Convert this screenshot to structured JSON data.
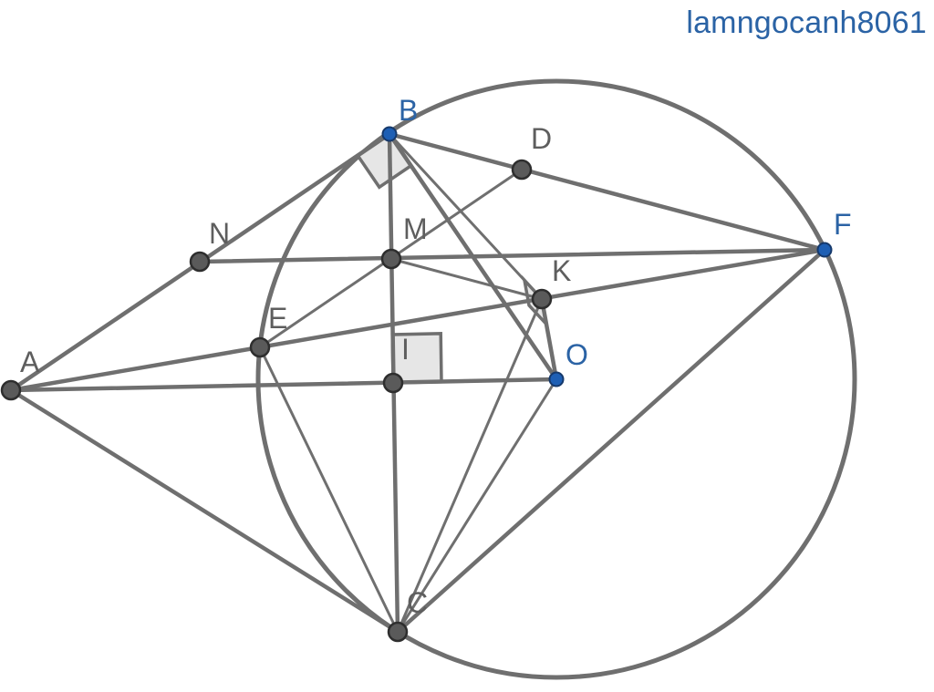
{
  "watermark": "lamngocanh8061",
  "colors": {
    "line": "#6f6f6f",
    "point_gray": "#5a5a5a",
    "point_blue": "#1e5fb4",
    "label_gray": "#5e5e5e",
    "label_blue": "#2b63a5"
  },
  "points": [
    {
      "id": "A",
      "label": "A",
      "color": "gray"
    },
    {
      "id": "B",
      "label": "B",
      "color": "blue"
    },
    {
      "id": "C",
      "label": "C",
      "color": "gray"
    },
    {
      "id": "D",
      "label": "D",
      "color": "gray"
    },
    {
      "id": "E",
      "label": "E",
      "color": "gray"
    },
    {
      "id": "F",
      "label": "F",
      "color": "blue"
    },
    {
      "id": "I",
      "label": "I",
      "color": "gray"
    },
    {
      "id": "K",
      "label": "K",
      "color": "gray"
    },
    {
      "id": "M",
      "label": "M",
      "color": "gray"
    },
    {
      "id": "N",
      "label": "N",
      "color": "gray"
    },
    {
      "id": "O",
      "label": "O",
      "color": "blue"
    }
  ],
  "segments": [
    [
      "A",
      "B"
    ],
    [
      "A",
      "C"
    ],
    [
      "A",
      "F"
    ],
    [
      "A",
      "O"
    ],
    [
      "B",
      "C"
    ],
    [
      "B",
      "F"
    ],
    [
      "B",
      "O"
    ],
    [
      "C",
      "F"
    ],
    [
      "N",
      "F"
    ],
    [
      "E",
      "D"
    ],
    [
      "M",
      "K"
    ],
    [
      "K",
      "O"
    ],
    [
      "E",
      "C"
    ],
    [
      "K",
      "C"
    ],
    [
      "O",
      "C"
    ],
    [
      "B",
      "K"
    ]
  ],
  "right_angles": [
    "at-B-between-BA-BO",
    "at-I-between-IB-IO",
    "at-K-between-KB-KO"
  ],
  "circle": "circle-through-B-C-F-centered-O"
}
